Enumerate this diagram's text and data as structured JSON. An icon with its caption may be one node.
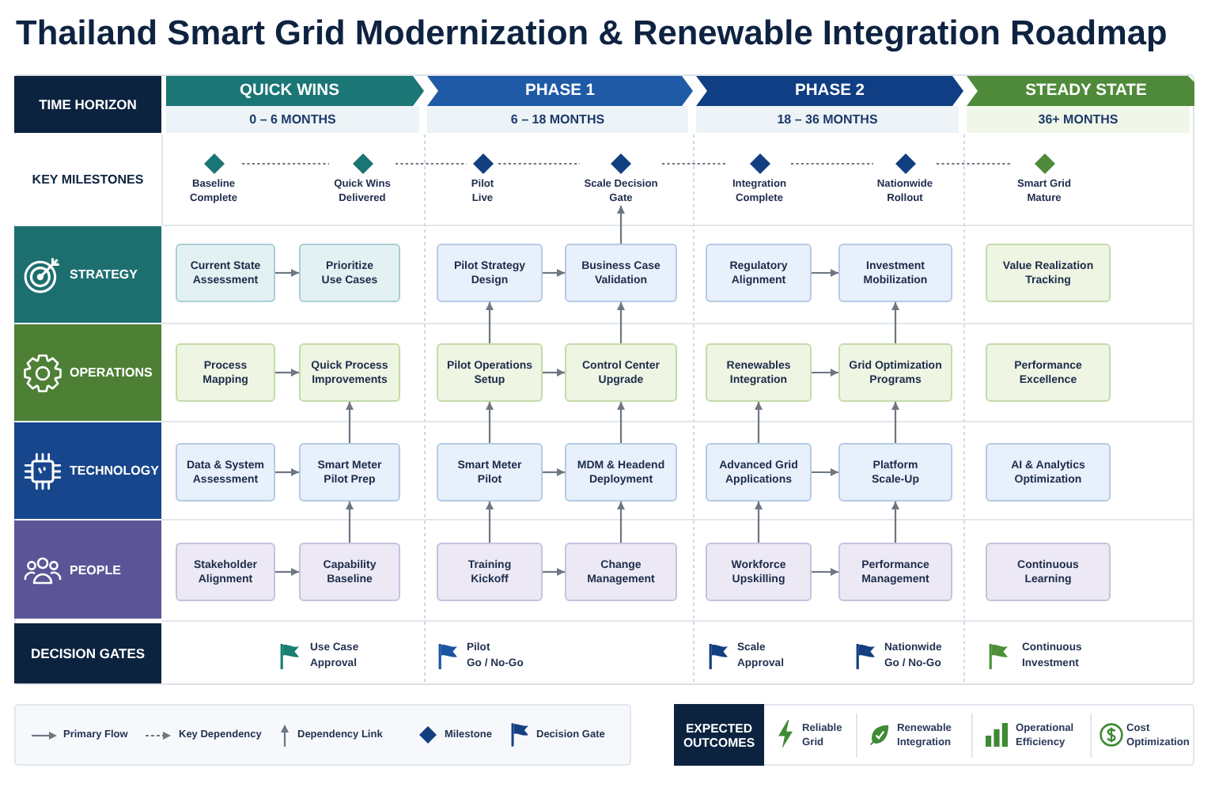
{
  "diagram": {
    "title": "Thailand Smart Grid Modernization & Renewable Integration Roadmap",
    "nodes": [
      {
        "text": [
          "TIME HORIZON"
        ]
      },
      {
        "text": [
          "QUICK WINS",
          "0 – 6 MONTHS"
        ]
      },
      {
        "text": [
          "PHASE 1",
          "6 – 18 MONTHS"
        ]
      },
      {
        "text": [
          "PHASE 2",
          "18 – 36 MONTHS"
        ]
      },
      {
        "text": [
          "STEADY STATE",
          "36+ MONTHS"
        ]
      },
      {
        "text": [
          "KEY MILESTONES"
        ]
      },
      {
        "text": [
          "Baseline Complete"
        ]
      },
      {
        "text": [
          "Quick Wins Delivered"
        ]
      },
      {
        "text": [
          "Pilot Live"
        ]
      },
      {
        "text": [
          "Scale Decision Gate"
        ]
      },
      {
        "text": [
          "Integration Complete"
        ]
      },
      {
        "text": [
          "Nationwide Rollout"
        ]
      },
      {
        "text": [
          "Smart Grid Mature"
        ]
      },
      {
        "text": [
          "STRATEGY"
        ]
      },
      {
        "text": [
          "Current State Assessment"
        ]
      },
      {
        "text": [
          "Prioritize Use Cases"
        ]
      },
      {
        "text": [
          "Pilot Strategy Design"
        ]
      },
      {
        "text": [
          "Business Case Validation"
        ]
      },
      {
        "text": [
          "Regulatory Alignment"
        ]
      },
      {
        "text": [
          "Investment Mobilization"
        ]
      },
      {
        "text": [
          "Value Realization Tracking"
        ]
      },
      {
        "text": [
          "OPERATIONS"
        ]
      },
      {
        "text": [
          "Process Mapping"
        ]
      },
      {
        "text": [
          "Quick Process Improvements"
        ]
      },
      {
        "text": [
          "Pilot Operations Setup"
        ]
      },
      {
        "text": [
          "Control Center Upgrade"
        ]
      },
      {
        "text": [
          "Renewables Integration"
        ]
      },
      {
        "text": [
          "Grid Optimization Programs"
        ]
      },
      {
        "text": [
          "Performance Excellence"
        ]
      },
      {
        "text": [
          "TECHNOLOGY"
        ]
      },
      {
        "text": [
          "Data & System Assessment"
        ]
      },
      {
        "text": [
          "Smart Meter Pilot Prep"
        ]
      },
      {
        "text": [
          "Smart Meter Pilot"
        ]
      },
      {
        "text": [
          "MDM & Headend Deployment"
        ]
      },
      {
        "text": [
          "Advanced Grid Applications"
        ]
      },
      {
        "text": [
          "Platform Scale-Up"
        ]
      },
      {
        "text": [
          "AI & Analytics Optimization"
        ]
      },
      {
        "text": [
          "PEOPLE"
        ]
      },
      {
        "text": [
          "Stakeholder Alignment"
        ]
      },
      {
        "text": [
          "Capability Baseline"
        ]
      },
      {
        "text": [
          "Training Kickoff"
        ]
      },
      {
        "text": [
          "Change Management"
        ]
      },
      {
        "text": [
          "Workforce Upskilling"
        ]
      },
      {
        "text": [
          "Performance Management"
        ]
      },
      {
        "text": [
          "Continuous Learning"
        ]
      },
      {
        "text": [
          "DECISION GATES"
        ]
      },
      {
        "text": [
          "EXPECTED OUTCOMES"
        ]
      }
    ],
    "edges": [
      {
        "from": 6,
        "to": 7,
        "arrow": "none",
        "style": "dashed"
      },
      {
        "from": 7,
        "to": 8,
        "arrow": "none",
        "style": "dashed"
      },
      {
        "from": 8,
        "to": 9,
        "arrow": "none",
        "style": "dashed"
      },
      {
        "from": 9,
        "to": 10,
        "arrow": "none",
        "style": "dashed"
      },
      {
        "from": 10,
        "to": 11,
        "arrow": "none",
        "style": "dashed"
      },
      {
        "from": 11,
        "to": 12,
        "arrow": "none",
        "style": "dashed"
      },
      {
        "from": 14,
        "to": 15,
        "arrow": "to"
      },
      {
        "from": 16,
        "to": 17,
        "arrow": "to"
      },
      {
        "from": 17,
        "to": 9,
        "arrow": "to"
      },
      {
        "from": 18,
        "to": 19,
        "arrow": "to"
      },
      {
        "from": 22,
        "to": 23,
        "arrow": "to"
      },
      {
        "from": 24,
        "to": 25,
        "arrow": "to"
      },
      {
        "from": 24,
        "to": 16,
        "arrow": "to"
      },
      {
        "from": 25,
        "to": 17,
        "arrow": "to"
      },
      {
        "from": 26,
        "to": 27,
        "arrow": "to"
      },
      {
        "from": 27,
        "to": 19,
        "arrow": "to"
      },
      {
        "from": 30,
        "to": 31,
        "arrow": "to"
      },
      {
        "from": 31,
        "to": 23,
        "arrow": "to"
      },
      {
        "from": 32,
        "to": 33,
        "arrow": "to"
      },
      {
        "from": 32,
        "to": 24,
        "arrow": "to"
      },
      {
        "from": 33,
        "to": 25,
        "arrow": "to"
      },
      {
        "from": 34,
        "to": 35,
        "arrow": "to"
      },
      {
        "from": 34,
        "to": 26,
        "arrow": "to"
      },
      {
        "from": 35,
        "to": 27,
        "arrow": "to"
      },
      {
        "from": 38,
        "to": 39,
        "arrow": "to"
      },
      {
        "from": 39,
        "to": 31,
        "arrow": "to"
      },
      {
        "from": 40,
        "to": 41,
        "arrow": "to"
      },
      {
        "from": 40,
        "to": 32,
        "arrow": "to"
      },
      {
        "from": 41,
        "to": 33,
        "arrow": "to"
      },
      {
        "from": 42,
        "to": 43,
        "arrow": "to"
      },
      {
        "from": 42,
        "to": 34,
        "arrow": "to"
      },
      {
        "from": 43,
        "to": 35,
        "arrow": "to"
      }
    ],
    "labels": [
      "Use Case Approval",
      "Pilot Go / No-Go",
      "Scale Approval",
      "Nationwide Go / No-Go",
      "Continuous Investment",
      "Reliable Grid",
      "Renewable Integration",
      "Operational Efficiency",
      "Cost Optimization"
    ],
    "legend": [
      {
        "text": "Primary Flow"
      },
      {
        "text": "Key Dependency"
      },
      {
        "text": "Dependency Link"
      },
      {
        "text": "Milestone"
      },
      {
        "text": "Decision Gate"
      }
    ]
  }
}
